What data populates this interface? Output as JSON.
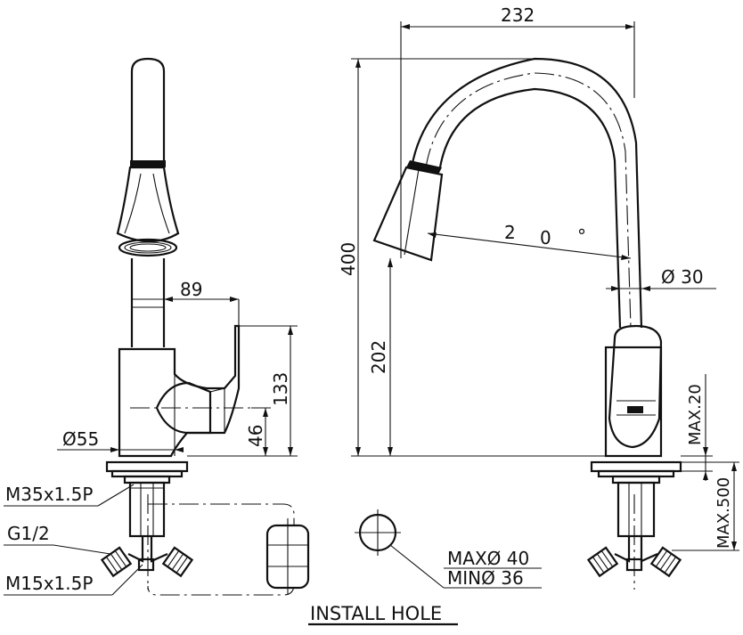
{
  "dimensions": {
    "width_top": "232",
    "height_total": "400",
    "spout_height": "202",
    "rotation_label_2": "2",
    "rotation_label_0": "0",
    "rotation_label_deg": "°",
    "spout_diameter": "Ø 30",
    "handle_reach": "89",
    "base_height": "133",
    "base_low": "46",
    "base_diameter": "Ø55",
    "deck_max": "MAX.20",
    "hose_max": "MAX.500"
  },
  "callouts": {
    "thread_main": "M35x1.5P",
    "inlet": "G1/2",
    "thread_hose": "M15x1.5P",
    "hole_max": "MAXØ 40",
    "hole_min": "MINØ 36"
  },
  "footer": {
    "install_hole": "INSTALL HOLE"
  }
}
